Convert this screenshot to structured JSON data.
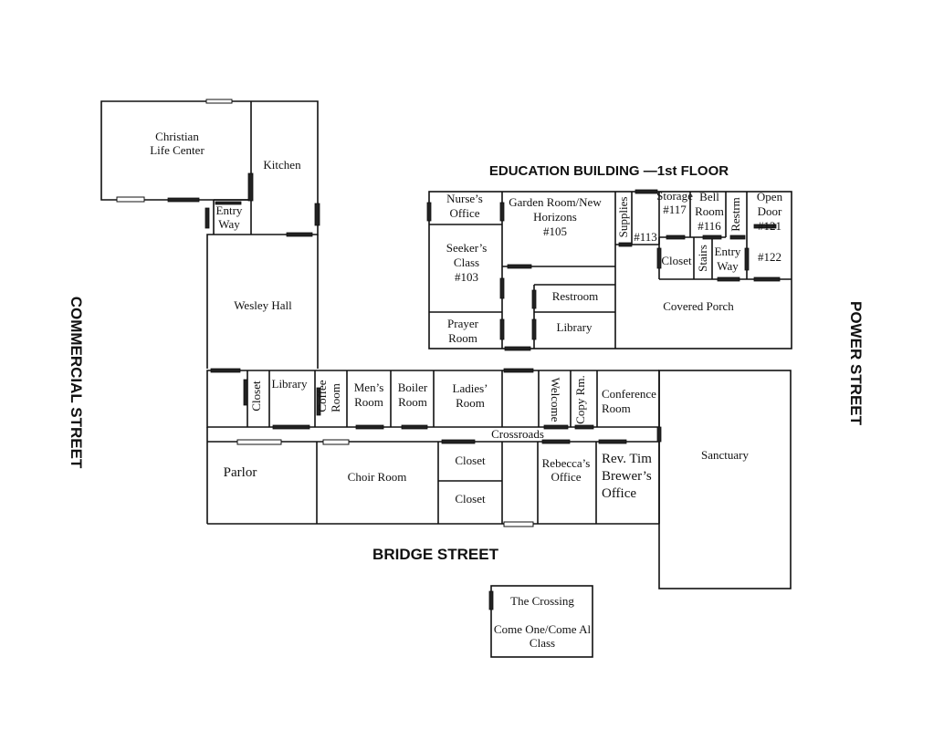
{
  "title": "EDUCATION BUILDING —1st FLOOR",
  "streets": {
    "commercial": "COMMERCIAL STREET",
    "power": "POWER STREET",
    "bridge": "BRIDGE STREET"
  },
  "rooms": {
    "christian_life_center": [
      "Christian",
      "Life Center"
    ],
    "kitchen": "Kitchen",
    "entry_way_west": [
      "Entry",
      "Way"
    ],
    "wesley_hall": "Wesley Hall",
    "nurses_office": [
      "Nurse’s",
      "Office"
    ],
    "garden_room": [
      "Garden Room/New",
      "Horizons",
      "#105"
    ],
    "supplies": "Supplies",
    "room_113": "#113",
    "storage": [
      "Storage",
      "#117"
    ],
    "bell_room": [
      "Bell",
      "Room",
      "#116"
    ],
    "restroom_small": "Restrm",
    "open_door": [
      "Open",
      "Door",
      "#121"
    ],
    "seekers_class": [
      "Seeker’s",
      "Class",
      "#103"
    ],
    "closet_east": "Closet",
    "stairs": "Stairs",
    "entry_way_east": [
      "Entry",
      "Way"
    ],
    "room_122": "#122",
    "restroom": "Restroom",
    "covered_porch": "Covered Porch",
    "prayer_room": [
      "Prayer",
      "Room"
    ],
    "library_upper": "Library",
    "closet_west": "Closet",
    "library_lower": "Library",
    "coffee_room": [
      "Coffee",
      "Room"
    ],
    "mens_room": [
      "Men’s",
      "Room"
    ],
    "boiler_room": [
      "Boiler",
      "Room"
    ],
    "ladies_room": [
      "Ladies’",
      "Room"
    ],
    "welcome": "Welcome",
    "copy_room": "Copy Rm.",
    "conference_room": [
      "Conference",
      "Room"
    ],
    "sanctuary": "Sanctuary",
    "crossroads": "Crossroads",
    "parlor": "Parlor",
    "choir_room": "Choir Room",
    "closet_upper": "Closet",
    "closet_lower": "Closet",
    "rebeccas_office": [
      "Rebecca’s",
      "Office"
    ],
    "pastor_office": [
      "Rev. Tim",
      "Brewer’s",
      "Office"
    ],
    "the_crossing": "The Crossing",
    "come_one_class": [
      "Come One/Come Al",
      "Class"
    ]
  }
}
